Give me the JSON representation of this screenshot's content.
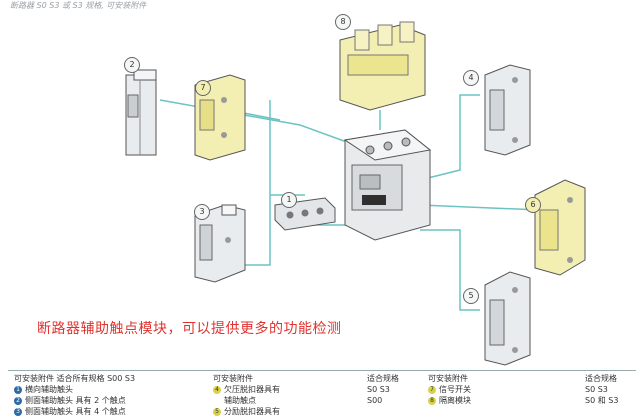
{
  "header_text": "断路器 S0 S3 或 S3 规格, 可安装附件",
  "caption": "断路器辅助触点模块，可以提供更多的功能检测",
  "callouts": [
    "1",
    "2",
    "3",
    "4",
    "5",
    "6",
    "7",
    "8"
  ],
  "footer": {
    "col1_title": "可安装附件",
    "col1_suffix": "适合所有规格 S00  S3",
    "col1_items": [
      {
        "n": "1",
        "text": "横向辅助触头"
      },
      {
        "n": "2",
        "text": "侧面辅助触头 具有 2 个触点"
      },
      {
        "n": "3",
        "text": "侧面辅助触头 具有 4 个触点"
      }
    ],
    "col2_title": "可安装附件",
    "col2_suffix": "适合规格",
    "col2_items": [
      {
        "n": "4",
        "text": "欠压脱扣器具有",
        "extra": "S0  S3"
      },
      {
        "n": "",
        "text": "辅助触点",
        "extra": "S00"
      },
      {
        "n": "5",
        "text": "分励脱扣器具有",
        "extra": ""
      }
    ],
    "col3_title": "可安装附件",
    "col3_suffix": "适合规格",
    "col3_items": [
      {
        "n": "7",
        "text": "信号开关",
        "extra": "S0  S3"
      },
      {
        "n": "8",
        "text": "隔离模块",
        "extra": "S0 和 S3"
      }
    ]
  },
  "colors": {
    "line": "#6cc3c3",
    "module_white": "#e9ecef",
    "module_yellow": "#f3eeb2",
    "outline": "#555"
  }
}
